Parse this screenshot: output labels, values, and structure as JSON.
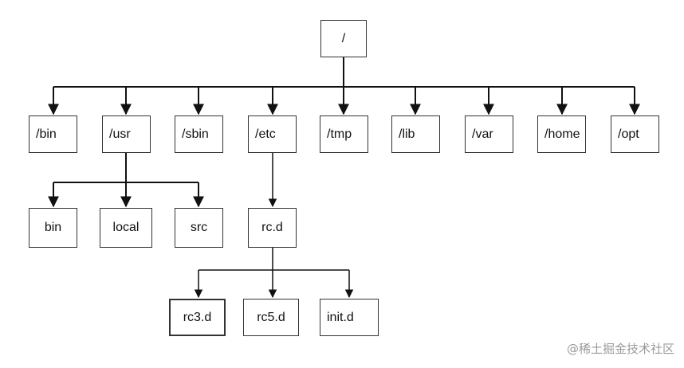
{
  "diagram": {
    "root": {
      "label": "/"
    },
    "level1": [
      {
        "label": "/bin"
      },
      {
        "label": "/usr"
      },
      {
        "label": "/sbin"
      },
      {
        "label": "/etc"
      },
      {
        "label": "/tmp"
      },
      {
        "label": "/lib"
      },
      {
        "label": "/var"
      },
      {
        "label": "/home"
      },
      {
        "label": "/opt"
      }
    ],
    "usr_children": [
      {
        "label": "bin"
      },
      {
        "label": "local"
      },
      {
        "label": "src"
      }
    ],
    "etc_children": [
      {
        "label": "rc.d"
      }
    ],
    "rcd_children": [
      {
        "label": "rc3.d"
      },
      {
        "label": "rc5.d"
      },
      {
        "label": "init.d"
      }
    ]
  },
  "watermark": {
    "text": "@稀土掘金技术社区"
  }
}
